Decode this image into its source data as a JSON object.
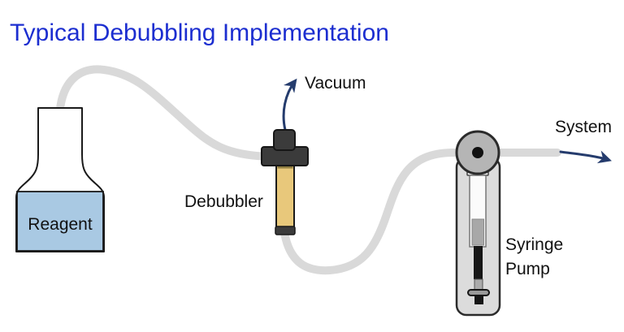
{
  "title": {
    "text": "Typical Debubbling Implementation"
  },
  "labels": {
    "reagent": "Reagent",
    "debubbler": "Debubbler",
    "vacuum": "Vacuum",
    "system": "System",
    "syringe_pump": "Syringe\nPump"
  },
  "colors": {
    "title": "#1c2ed0",
    "label_text": "#111111",
    "tube": "#d9d9d9",
    "liquid": "#a9c9e3",
    "bottle_outline": "#1a1a1a",
    "debubbler_column": "#e8c87b",
    "debubbler_column_strip": "#8f7d40",
    "dark_fitting": "#3b3b3b",
    "arrow": "#253c6d",
    "pump_body": "#dcdcdc",
    "pump_wheel": "#b5b5b5",
    "pump_hub": "#111111",
    "syringe_barrel": "#fbfbfb",
    "syringe_plunger": "#a8a8a8"
  }
}
